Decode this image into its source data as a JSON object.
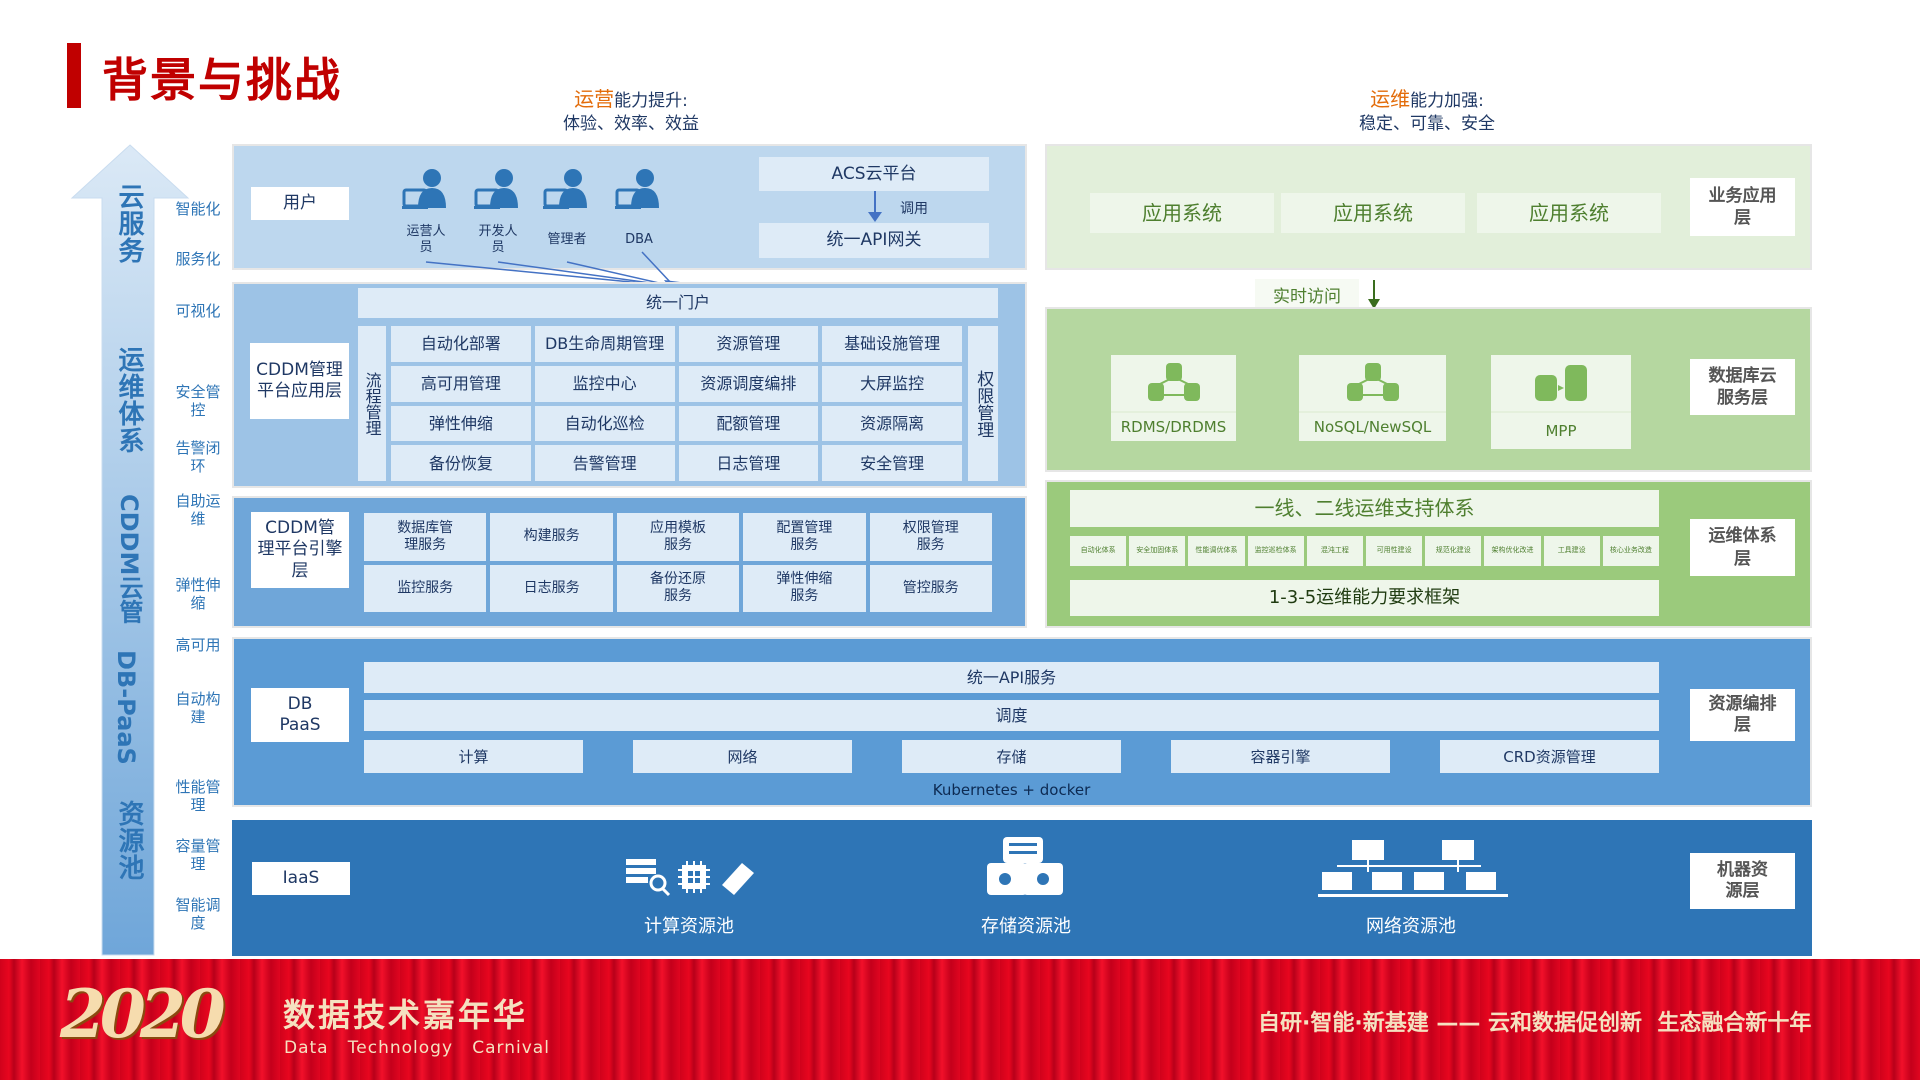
{
  "title": "背景与挑战",
  "captions": {
    "left_hl": "运营",
    "left_rest": "能力提升:",
    "left_sub": "体验、效率、效益",
    "right_hl": "运维",
    "right_rest": "能力加强:",
    "right_sub": "稳定、可靠、安全"
  },
  "arrow": {
    "labels": [
      "云服务",
      "运维体系",
      "CDDM云管",
      "DB-PaaS",
      "资源池"
    ],
    "side": [
      "智能化",
      "服务化",
      "可视化",
      "安全管控",
      "告警闭环",
      "自助运维",
      "弹性伸缩",
      "高可用",
      "自动构建",
      "性能管理",
      "容量管理",
      "智能调度"
    ]
  },
  "users": {
    "label": "用户",
    "roles": [
      "运营人员",
      "开发人员",
      "管理者",
      "DBA"
    ],
    "acs": "ACS云平台",
    "call": "调用",
    "gateway": "统一API网关"
  },
  "app_layer": {
    "label": "CDDM管理平台应用层",
    "portal": "统一门户",
    "flow": "流程管理",
    "perm": "权限管理",
    "items": [
      "自动化部署",
      "DB生命周期管理",
      "资源管理",
      "基础设施管理",
      "高可用管理",
      "监控中心",
      "资源调度编排",
      "大屏监控",
      "弹性伸缩",
      "自动化巡检",
      "配额管理",
      "资源隔离",
      "备份恢复",
      "告警管理",
      "日志管理",
      "安全管理"
    ]
  },
  "engine_layer": {
    "label": "CDDM管理平台引擎层",
    "items": [
      "数据库管理服务",
      "构建服务",
      "应用模板服务",
      "配置管理服务",
      "权限管理服务",
      "监控服务",
      "日志服务",
      "备份还原服务",
      "弹性伸缩服务",
      "管控服务"
    ]
  },
  "biz": {
    "apps": [
      "应用系统",
      "应用系统",
      "应用系统"
    ],
    "label": "业务应用层",
    "access": "实时访问"
  },
  "db": {
    "cards": [
      "RDMS/DRDMS",
      "NoSQL/NewSQL",
      "MPP"
    ],
    "label": "数据库云服务层"
  },
  "ops": {
    "title": "一线、二线运维支持体系",
    "items": [
      "自动化体系",
      "安全加固体系",
      "性能调优体系",
      "监控巡检体系",
      "混沌工程",
      "可用性建设",
      "规范化建设",
      "架构优化改进",
      "工具建设",
      "核心业务改造"
    ],
    "framework": "1-3-5运维能力要求框架",
    "label": "运维体系层"
  },
  "paas": {
    "label": "DB PaaS",
    "api": "统一API服务",
    "schedule": "调度",
    "items": [
      "计算",
      "网络",
      "存储",
      "容器引擎",
      "CRD资源管理"
    ],
    "k8s": "Kubernetes + docker",
    "right": "资源编排层"
  },
  "iaas": {
    "label": "IaaS",
    "pools": [
      "计算资源池",
      "存储资源池",
      "网络资源池"
    ],
    "right": "机器资源层"
  },
  "banner": {
    "logo": "2020",
    "name": "数据技术嘉年华",
    "en": "Data   Technology   Carnival",
    "slogan": "自研·智能·新基建 —— 云和数据促创新  生态融合新十年"
  }
}
